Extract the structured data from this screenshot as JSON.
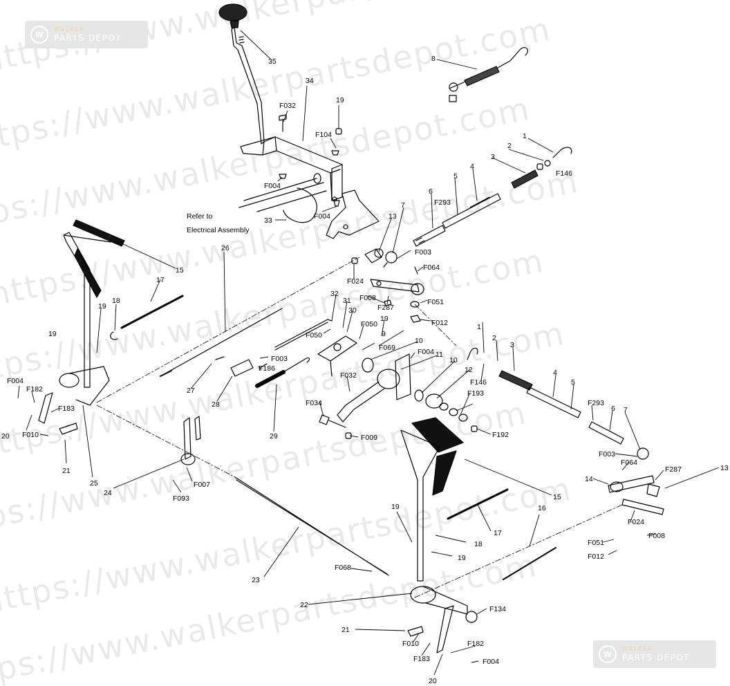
{
  "watermark": {
    "lines": [
      "https://www.walkerpartsdepot.com",
      "https://www.walkerpartsdepot.com",
      "https://www.walkerpartsdepot.com",
      "https://www.walkerpartsdepot.com",
      "https://www.walkerpartsdepot.com",
      "https://www.walkerpartsdepot.com",
      "https://www.walkerpartsdepot.com",
      "https://www.walkerpartsdepot.com",
      "https://www.walkerpartsdepot.com",
      "https://www.walkerpartsdepot.com"
    ]
  },
  "badges": {
    "top": {
      "logo_glyph": "W",
      "brand": "WALKER",
      "name": "PARTS DEPOT"
    },
    "bottom": {
      "logo_glyph": "W",
      "brand": "WALKER",
      "name": "PARTS DEPOT"
    }
  },
  "note": "Refer to Electrical Assembly",
  "note_lines": [
    "Refer to",
    "Electrical Assembly"
  ],
  "callouts": [
    "35",
    "34",
    "F032",
    "19",
    "F104",
    "8",
    "1",
    "2",
    "F146",
    "3",
    "F004",
    "F004",
    "33",
    "6",
    "F293",
    "5",
    "4",
    "13",
    "7",
    "F003",
    "F064",
    "15",
    "26",
    "17",
    "19",
    "18",
    "F024",
    "F008",
    "F287",
    "F051",
    "F012",
    "32",
    "31",
    "30",
    "F050",
    "19",
    "9",
    "F050",
    "F069",
    "10",
    "F004",
    "11",
    "F003",
    "F186",
    "27",
    "28",
    "29",
    "F032",
    "10",
    "12",
    "F034",
    "F193",
    "F009",
    "F192",
    "1",
    "2",
    "3",
    "F146",
    "4",
    "5",
    "F293",
    "6",
    "7",
    "F003",
    "F064",
    "F287",
    "13",
    "14",
    "F024",
    "F051",
    "F008",
    "F012",
    "15",
    "16",
    "17",
    "18",
    "19",
    "19",
    "F068",
    "23",
    "22",
    "F134",
    "21",
    "F010",
    "F183",
    "F182",
    "F004",
    "20",
    "19",
    "F004",
    "F182",
    "F183",
    "20",
    "F010",
    "21",
    "25",
    "24",
    "F007",
    "F093"
  ],
  "colors": {
    "line": "#000000",
    "watermark": "#e9e9e9",
    "badge_bg": "#e6e6e6"
  }
}
